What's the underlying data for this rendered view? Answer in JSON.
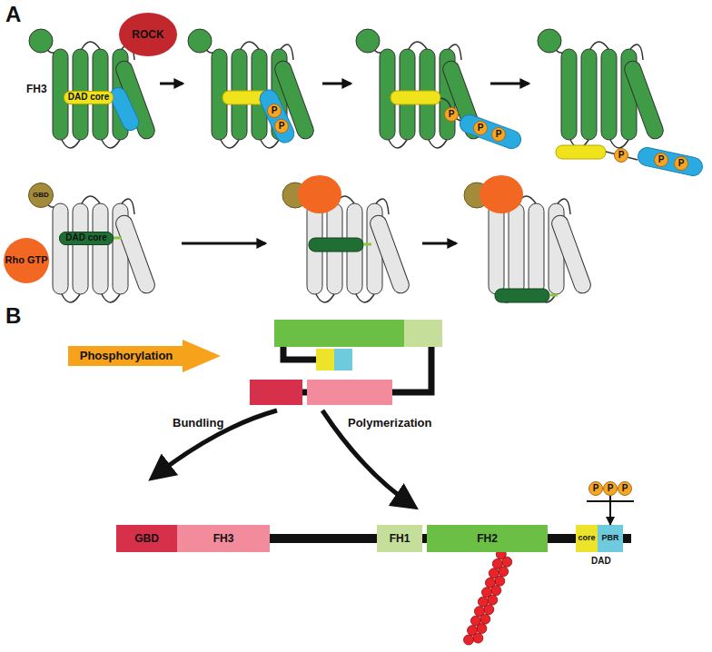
{
  "diagram": {
    "nodes": [
      {
        "text": [
          "ROCK"
        ]
      },
      {
        "text": [
          "FH3"
        ]
      },
      {
        "text": [
          "DAD core"
        ],
        "in": 1
      },
      {
        "text": [
          "P"
        ]
      },
      {
        "text": [
          "P"
        ]
      },
      {
        "text": [
          "P"
        ]
      },
      {
        "text": [
          "P"
        ]
      },
      {
        "text": [
          "P"
        ]
      },
      {
        "text": [
          "P"
        ]
      },
      {
        "text": [
          "P"
        ]
      },
      {
        "text": [
          "P"
        ]
      },
      {
        "text": [
          "GBD"
        ]
      },
      {
        "text": [
          "Rho GTP"
        ]
      },
      {
        "text": [
          "DAD core"
        ]
      },
      {
        "text": [
          "Phosphorylation"
        ]
      },
      {
        "text": [
          "GBD"
        ]
      },
      {
        "text": [
          "FH3"
        ]
      },
      {
        "text": [
          "FH1"
        ]
      },
      {
        "text": [
          "FH2"
        ]
      },
      {
        "text": [
          "core"
        ]
      },
      {
        "text": [
          "PBR"
        ]
      },
      {
        "text": [
          "P"
        ]
      },
      {
        "text": [
          "P"
        ]
      },
      {
        "text": [
          "P"
        ]
      }
    ],
    "edges": [
      {
        "from": 22,
        "to": 20,
        "arrow": "to"
      }
    ],
    "labels": [
      "A",
      "B",
      "Bundling",
      "Polymerization",
      "DAD"
    ]
  }
}
